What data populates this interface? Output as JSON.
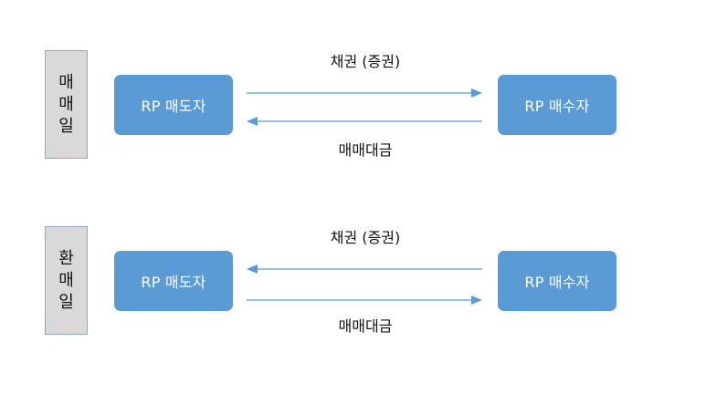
{
  "diagram": {
    "stages": [
      {
        "day_label_chars": [
          "매",
          "매",
          "일"
        ],
        "seller": "RP 매도자",
        "buyer": "RP 매수자",
        "upper_flow_label": "채권 (증권)",
        "lower_flow_label": "매매대금",
        "upper_arrow_direction": "right",
        "lower_arrow_direction": "left"
      },
      {
        "day_label_chars": [
          "환",
          "매",
          "일"
        ],
        "seller": "RP 매도자",
        "buyer": "RP 매수자",
        "upper_flow_label": "채권 (증권)",
        "lower_flow_label": "매매대금",
        "upper_arrow_direction": "left",
        "lower_arrow_direction": "right"
      }
    ]
  },
  "colors": {
    "party_box": "#5b9bd5",
    "arrow": "#5b9bd5",
    "day_label_bg": "#d9d9d9"
  }
}
